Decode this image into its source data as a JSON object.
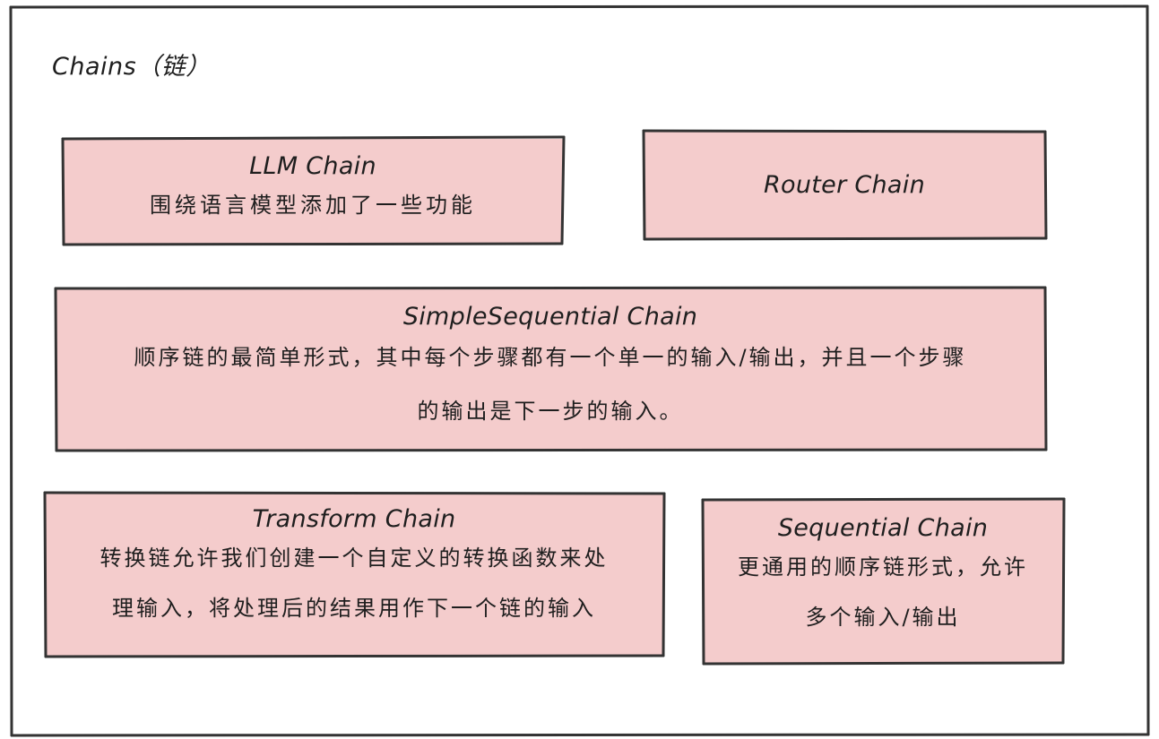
{
  "title": "Chains（链）",
  "colors": {
    "box_fill": "#f4cccc",
    "stroke": "#333333",
    "text": "#1e1e1e"
  },
  "boxes": [
    {
      "title": "LLM Chain",
      "desc": "围绕语言模型添加了一些功能"
    },
    {
      "title": "Router Chain",
      "desc": ""
    },
    {
      "title": "SimpleSequential Chain",
      "desc": "顺序链的最简单形式，其中每个步骤都有一个单一的输入/输出，并且一个步骤\n的输出是下一步的输入。"
    },
    {
      "title": "Transform Chain",
      "desc": "转换链允许我们创建一个自定义的转换函数来处\n理输入，将处理后的结果用作下一个链的输入"
    },
    {
      "title": "Sequential Chain",
      "desc": "更通用的顺序链形式，允许\n多个输入/输出"
    }
  ]
}
